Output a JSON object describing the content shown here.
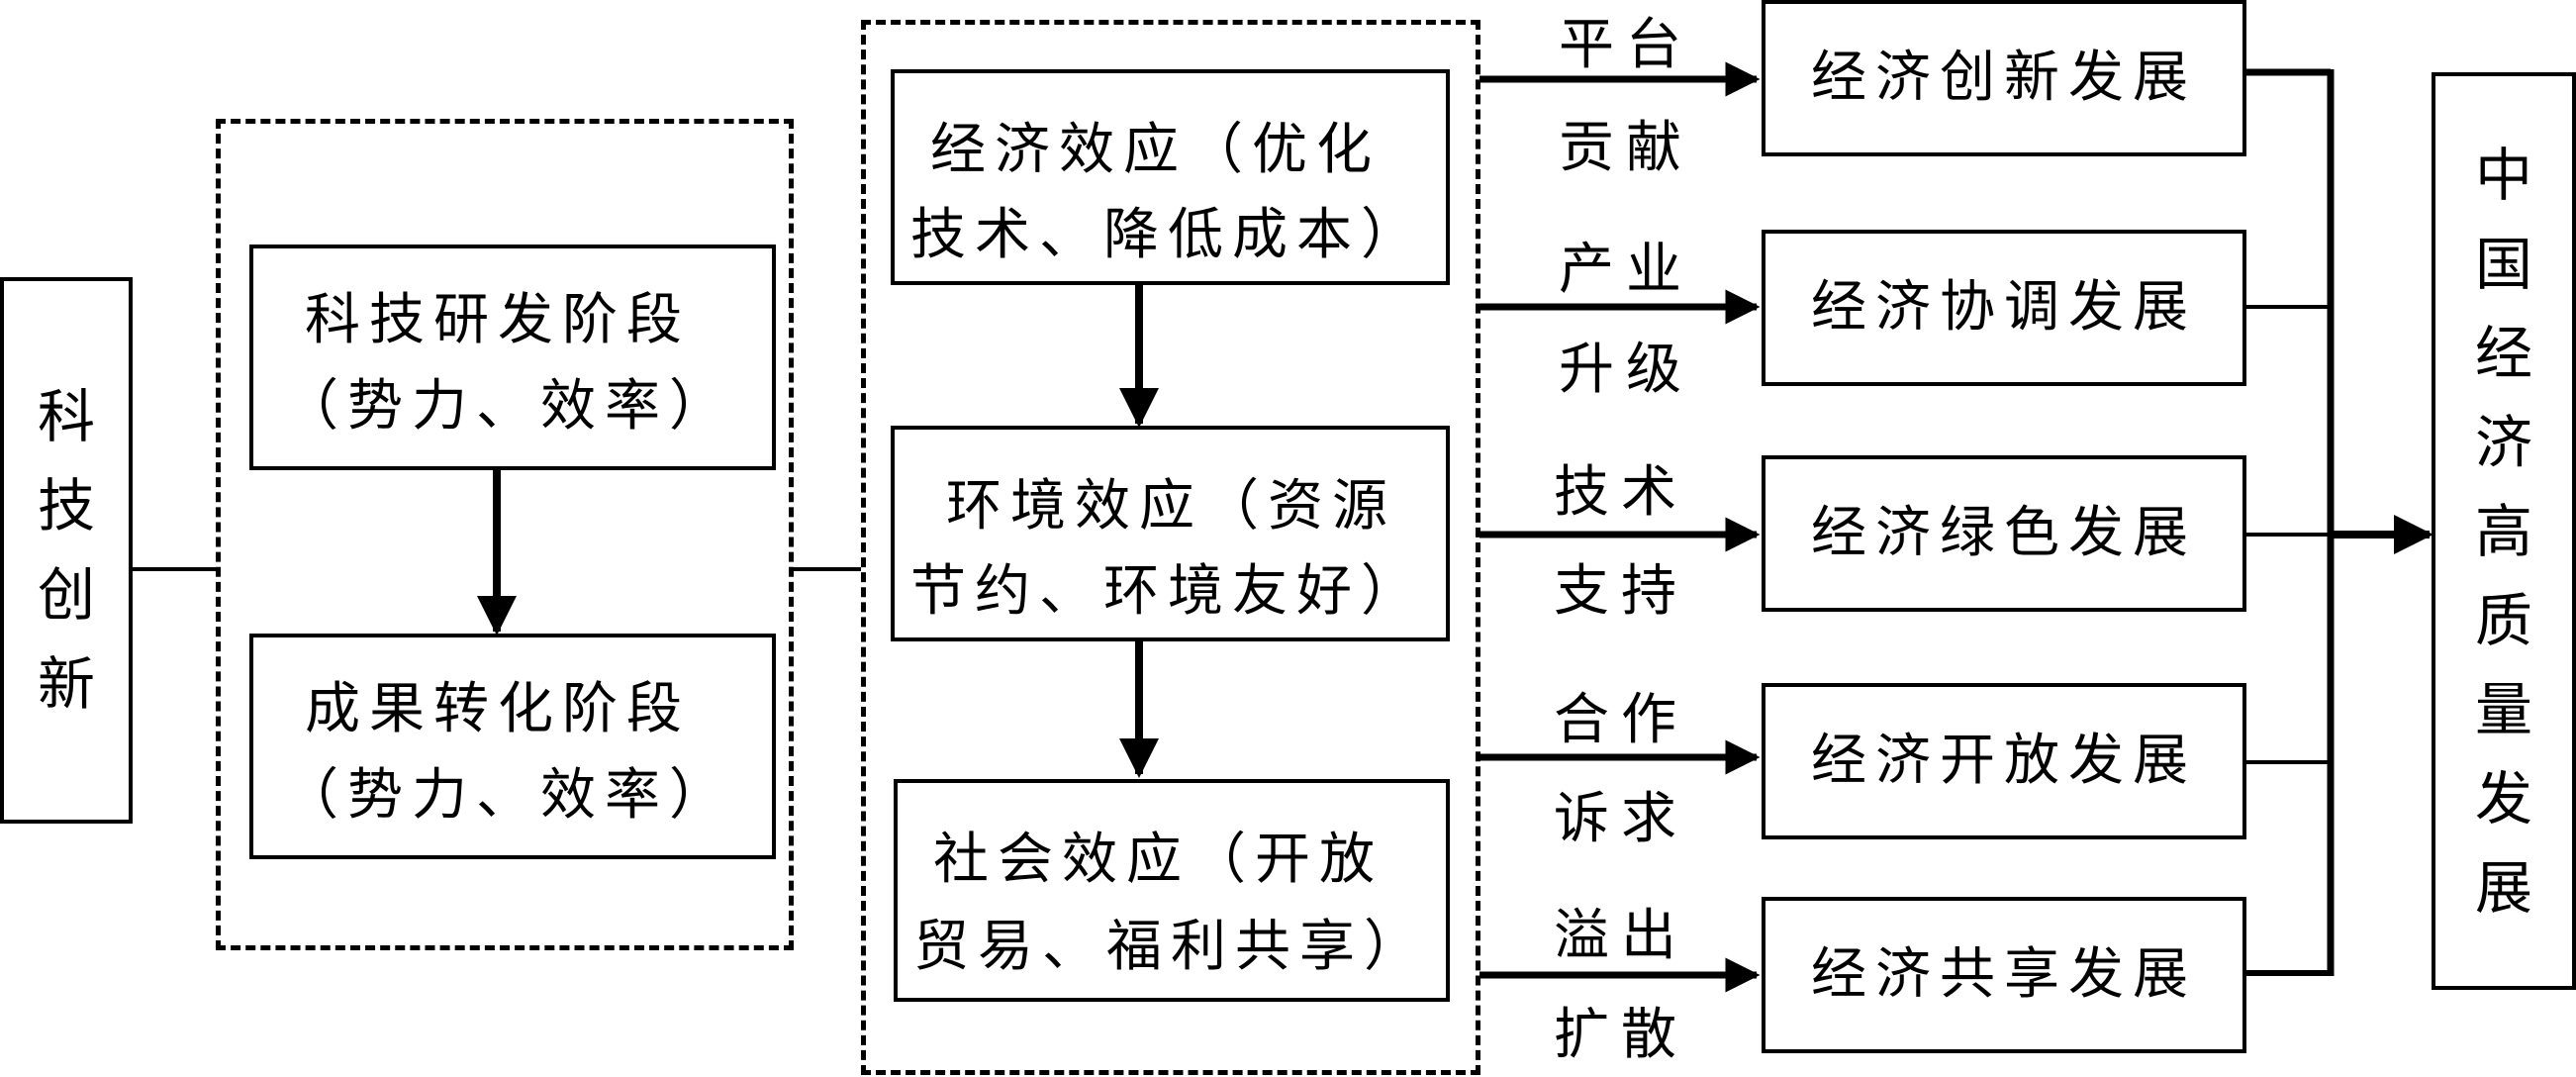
{
  "source": {
    "chars": [
      "科",
      "技",
      "创",
      "新"
    ]
  },
  "stages": [
    {
      "line1": "科技研发阶段",
      "line2": "（势力、效率）"
    },
    {
      "line1": "成果转化阶段",
      "line2": "（势力、效率）"
    }
  ],
  "effects": [
    {
      "line1": "经济效应（优化",
      "line2": "技术、降低成本）"
    },
    {
      "line1": "环境效应（资源",
      "line2": "节约、环境友好）"
    },
    {
      "line1": "社会效应（开放",
      "line2": "贸易、福利共享）"
    }
  ],
  "channels": [
    {
      "top": "平台",
      "bottom": "贡献"
    },
    {
      "top": "产业",
      "bottom": "升级"
    },
    {
      "top": "技术",
      "bottom": "支持"
    },
    {
      "top": "合作",
      "bottom": "诉求"
    },
    {
      "top": "溢出",
      "bottom": "扩散"
    }
  ],
  "outcomes": [
    "经济创新发展",
    "经济协调发展",
    "经济绿色发展",
    "经济开放发展",
    "经济共享发展"
  ],
  "target": {
    "chars": [
      "中",
      "国",
      "经",
      "济",
      "高",
      "质",
      "量",
      "发",
      "展"
    ]
  }
}
